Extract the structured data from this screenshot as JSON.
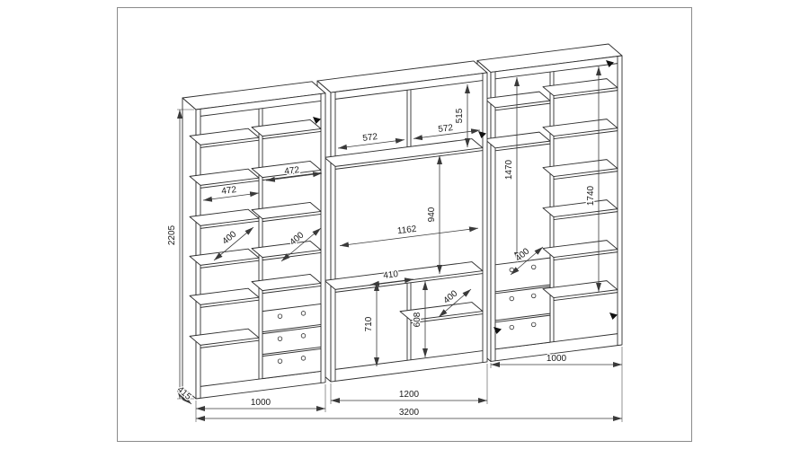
{
  "dimensions": {
    "overall_height": "2205",
    "cabinet_depth": "415",
    "left_cabinet_width": "1000",
    "middle_cabinet_width": "1200",
    "right_cabinet_width": "1000",
    "total_width": "3200",
    "left_col1_width": "472",
    "left_col2_width": "472",
    "left_col1_depth": "400",
    "left_col2_depth": "400",
    "middle_top_left_width": "572",
    "middle_top_right_width": "572",
    "middle_top_height": "515",
    "middle_opening_width": "1162",
    "middle_opening_height": "940",
    "middle_shelf_width": "410",
    "middle_lower_left_height": "710",
    "middle_lower_right_height": "608",
    "middle_shelf_depth": "400",
    "right_upper_height": "1470",
    "right_col2_height": "1740",
    "right_shelf_depth": "400"
  }
}
